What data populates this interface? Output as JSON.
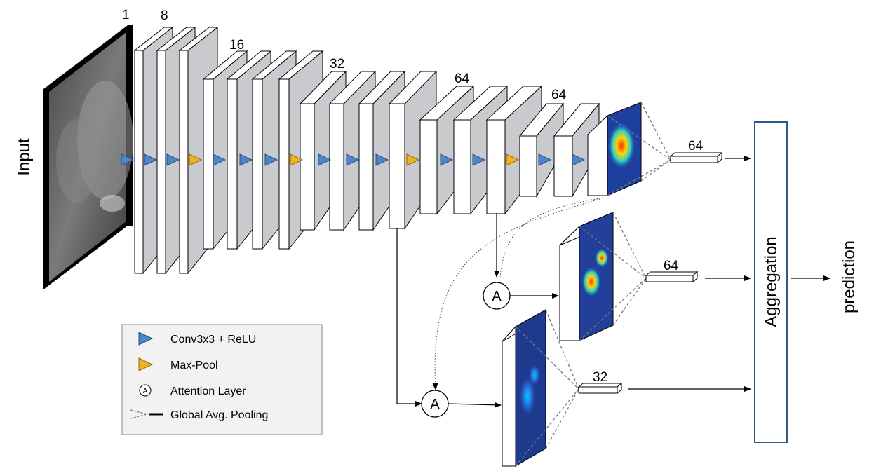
{
  "input_label": "Input",
  "prediction_label": "prediction",
  "aggregation_label": "Aggregation",
  "channel_labels": {
    "block1": "1",
    "block2": "8",
    "block3": "16",
    "block4": "32",
    "block5": "64",
    "block6": "64"
  },
  "feature_vector_labels": {
    "top": "64",
    "middle": "64",
    "bottom": "32"
  },
  "attention_symbol": "A",
  "legend": {
    "conv": "Conv3x3 + ReLU",
    "pool": "Max-Pool",
    "attention": "Attention Layer",
    "gap": "Global Avg. Pooling"
  },
  "colors": {
    "conv_arrow": "#4a86c8",
    "pool_arrow": "#f2b01e",
    "block_front": "#ffffff",
    "block_side": "#c8cacd",
    "aggregation_border": "#2e5c8a"
  }
}
